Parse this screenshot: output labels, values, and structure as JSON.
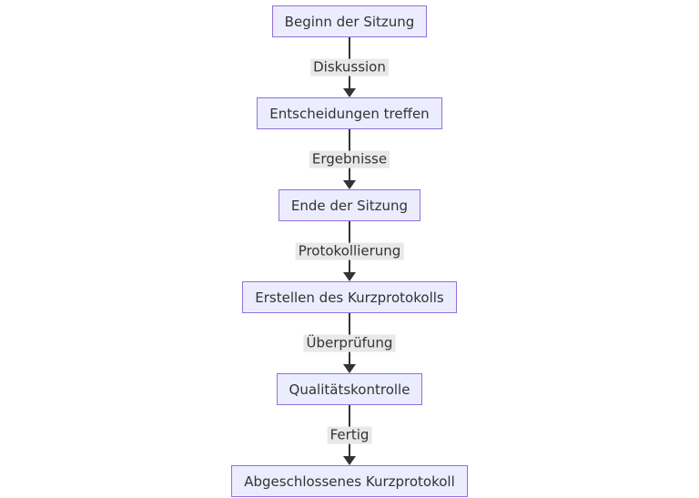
{
  "flow": {
    "type": "flowchart-vertical",
    "nodes": [
      {
        "label": "Beginn der Sitzung"
      },
      {
        "label": "Entscheidungen treffen"
      },
      {
        "label": "Ende der Sitzung"
      },
      {
        "label": "Erstellen des Kurzprotokolls"
      },
      {
        "label": "Qualitätskontrolle"
      },
      {
        "label": "Abgeschlossenes Kurzprotokoll"
      }
    ],
    "edges": [
      {
        "label": "Diskussion"
      },
      {
        "label": "Ergebnisse"
      },
      {
        "label": "Protokollierung"
      },
      {
        "label": "Überprüfung"
      },
      {
        "label": "Fertig"
      }
    ],
    "colors": {
      "node_fill": "#ECECFF",
      "node_border": "#9370DB",
      "edge_color": "#333333",
      "edge_label_bg": "#e8e8e8",
      "text": "#333333",
      "background": "#ffffff"
    }
  }
}
